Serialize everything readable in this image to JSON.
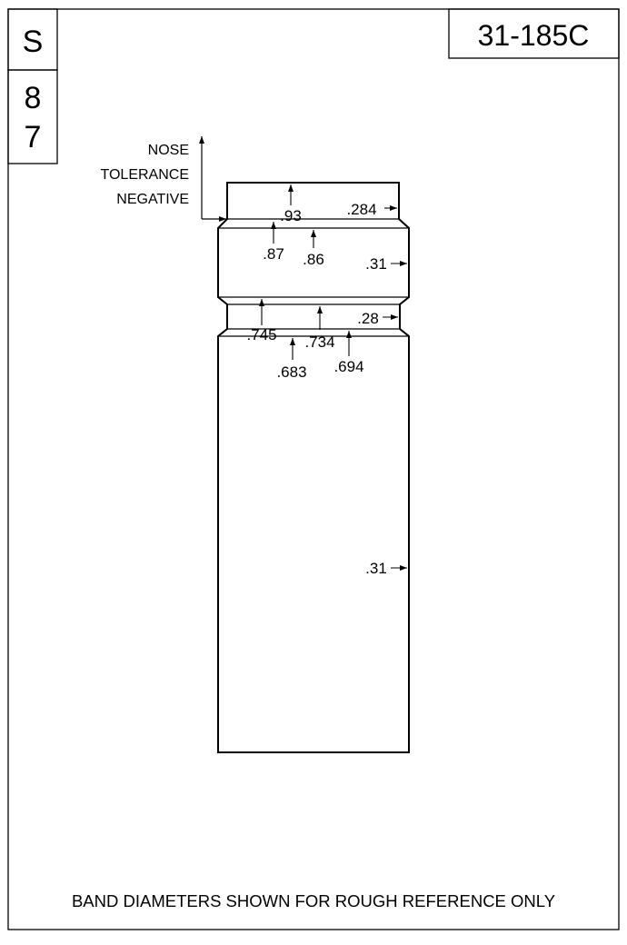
{
  "title_block": {
    "letter": "S",
    "digit_a": "8",
    "digit_b": "7",
    "part_number": "31-185C"
  },
  "nose_note": [
    "NOSE",
    "TOLERANCE",
    "NEGATIVE"
  ],
  "dimensions": {
    "top_band_diameter": ".93",
    "top_band_length": ".284",
    "first_land_diameter_a": ".87",
    "first_land_diameter_b": ".86",
    "first_land_length": ".31",
    "groove_diameter_a": ".745",
    "groove_diameter_b": ".734",
    "groove_length": ".28",
    "shank_diameter_a": ".683",
    "shank_diameter_b": ".694",
    "shank_length": ".31"
  },
  "footer": "BAND DIAMETERS SHOWN FOR ROUGH REFERENCE ONLY"
}
